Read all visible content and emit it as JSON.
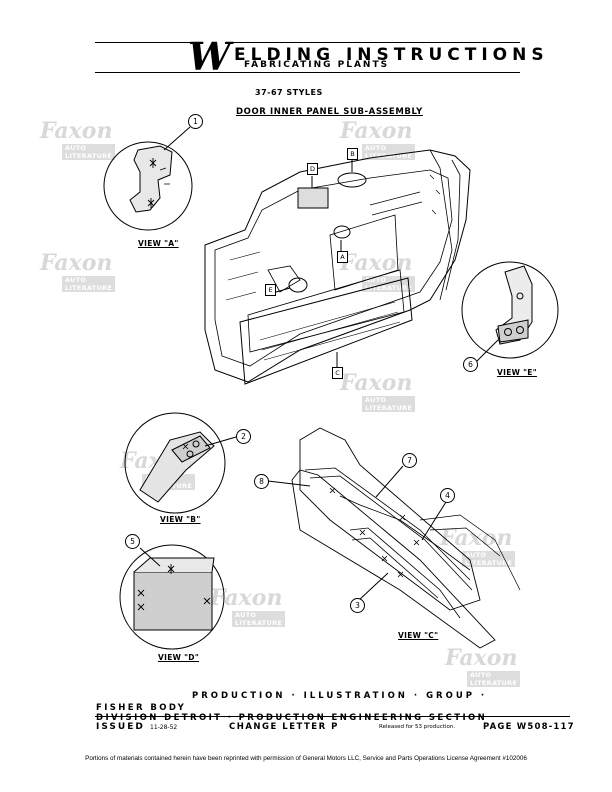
{
  "header": {
    "title_initial": "W",
    "title_rest": "ELDING   INSTRUCTIONS",
    "subtitle": "FABRICATING   PLANTS",
    "styles": "37-67  STYLES",
    "panel_title": "DOOR INNER PANEL SUB-ASSEMBLY"
  },
  "views": {
    "a": "VIEW \"A\"",
    "b": "VIEW \"B\"",
    "c": "VIEW \"C\"",
    "d": "VIEW \"D\"",
    "e": "VIEW \"E\""
  },
  "callouts": [
    "1",
    "2",
    "3",
    "4",
    "5",
    "6",
    "7",
    "8"
  ],
  "box_labels": {
    "a": "A",
    "b": "B",
    "c": "C",
    "d": "D",
    "e": "E"
  },
  "footer": {
    "group": "PRODUCTION · ILLUSTRATION · GROUP ·",
    "fisher_body": "FISHER BODY",
    "division": "DIVISION DETROIT · PRODUCTION ENGINEERING SECTION",
    "issued": "ISSUED",
    "issued_date": "11-28-52",
    "change_letter": "CHANGE LETTER P",
    "released": "Released for 53 production.",
    "page": "PAGE W508-117"
  },
  "permission_note": "Portions of materials contained herein have been reprinted with permission of General Motors LLC, Service and Parts Operations License Agreement #102006",
  "watermark": {
    "brand": "Faxon",
    "sub": "AUTO LITERATURE"
  }
}
